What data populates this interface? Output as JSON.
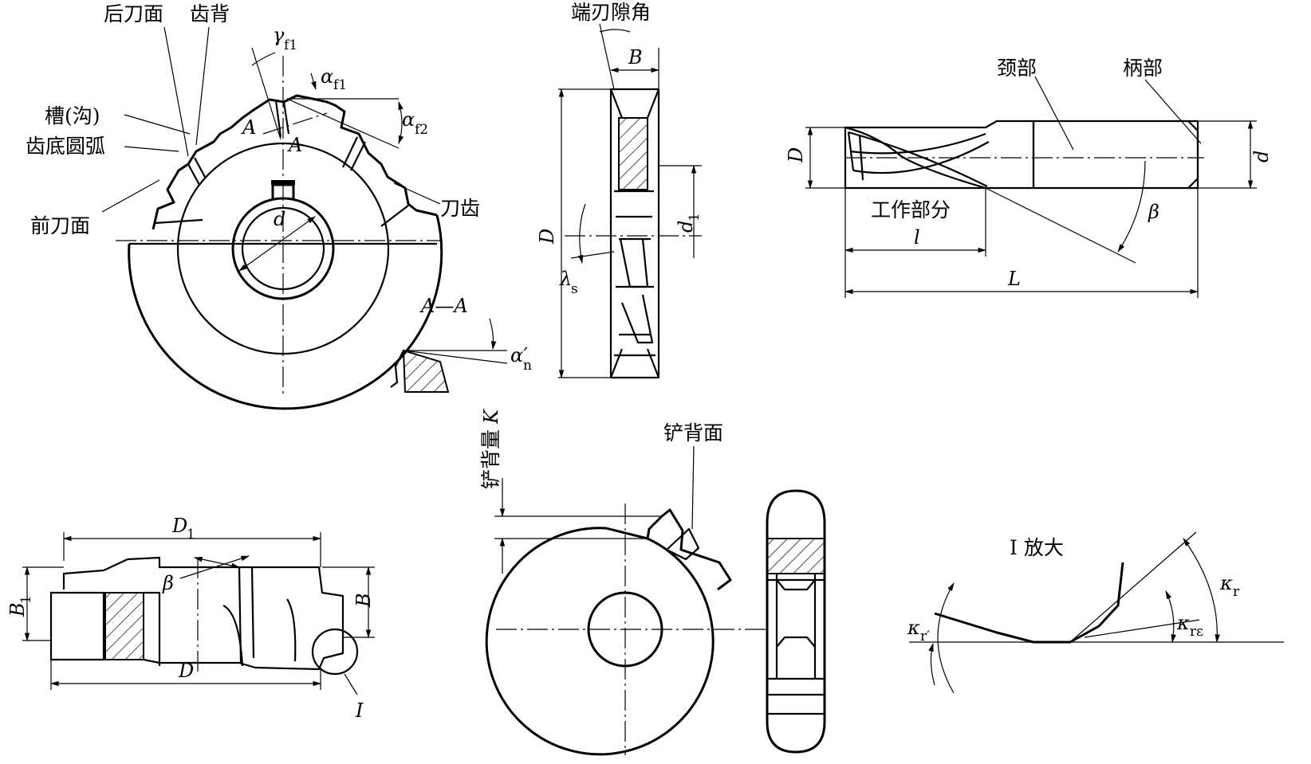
{
  "labels": {
    "rear_face": "后刀面",
    "tooth_back": "齿背",
    "flute": "槽(沟)",
    "root_arc": "齿底圆弧",
    "rake_face": "前刀面",
    "tooth": "刀齿",
    "end_clearance": "端刃隙角",
    "neck": "颈部",
    "shank": "柄部",
    "working_part": "工作部分",
    "relieved_face": "铲背面",
    "relief_amount": "铲背量",
    "enlarged": "I 放大"
  },
  "symbols": {
    "gamma": "γ",
    "f1": "f1",
    "alpha": "α",
    "f2": "f2",
    "alpha_n": "α′",
    "n": "n",
    "section_a": "A",
    "section_aa": "A—A",
    "d": "d",
    "d1": "d",
    "one": "1",
    "D": "D",
    "D1": "D",
    "B": "B",
    "B1": "B",
    "lambda": "λ",
    "s": "s",
    "beta": "β",
    "l": "l",
    "L": "L",
    "K": "K",
    "kappa": "κ",
    "r": "r",
    "r_prime": "r′",
    "reps": "rε",
    "roman_one": "I"
  }
}
